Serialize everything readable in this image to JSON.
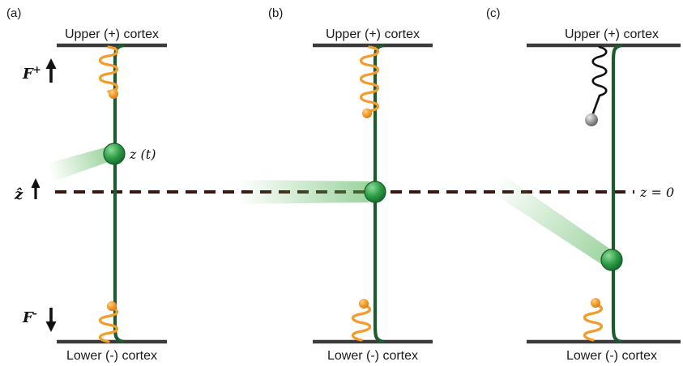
{
  "figure": {
    "panels": [
      {
        "label": "(a)",
        "upper": "Upper (+) cortex",
        "lower": "Lower (-) cortex"
      },
      {
        "label": "(b)",
        "upper": "Upper (+) cortex",
        "lower": "Lower (-) cortex"
      },
      {
        "label": "(c)",
        "upper": "Upper (+) cortex",
        "lower": "Lower (-) cortex"
      }
    ],
    "labels": {
      "force_symbol": "F",
      "plus_sup": "+",
      "minus_sup": "-",
      "z_hat": "ẑ",
      "z_t": "z (t)",
      "z_zero": "z = 0"
    },
    "colors": {
      "fiber_green": "#1d5a2e",
      "ball_green": "#2e9e46",
      "spring_orange": "#f39b2c",
      "bead_orange": "#ef9322",
      "dashed_maroon": "#3a1710",
      "cortex_gray": "#3c3c3c",
      "beam_green": "#4caf50",
      "black_spring": "#111111",
      "gray_ball": "#9a9a9a"
    }
  }
}
